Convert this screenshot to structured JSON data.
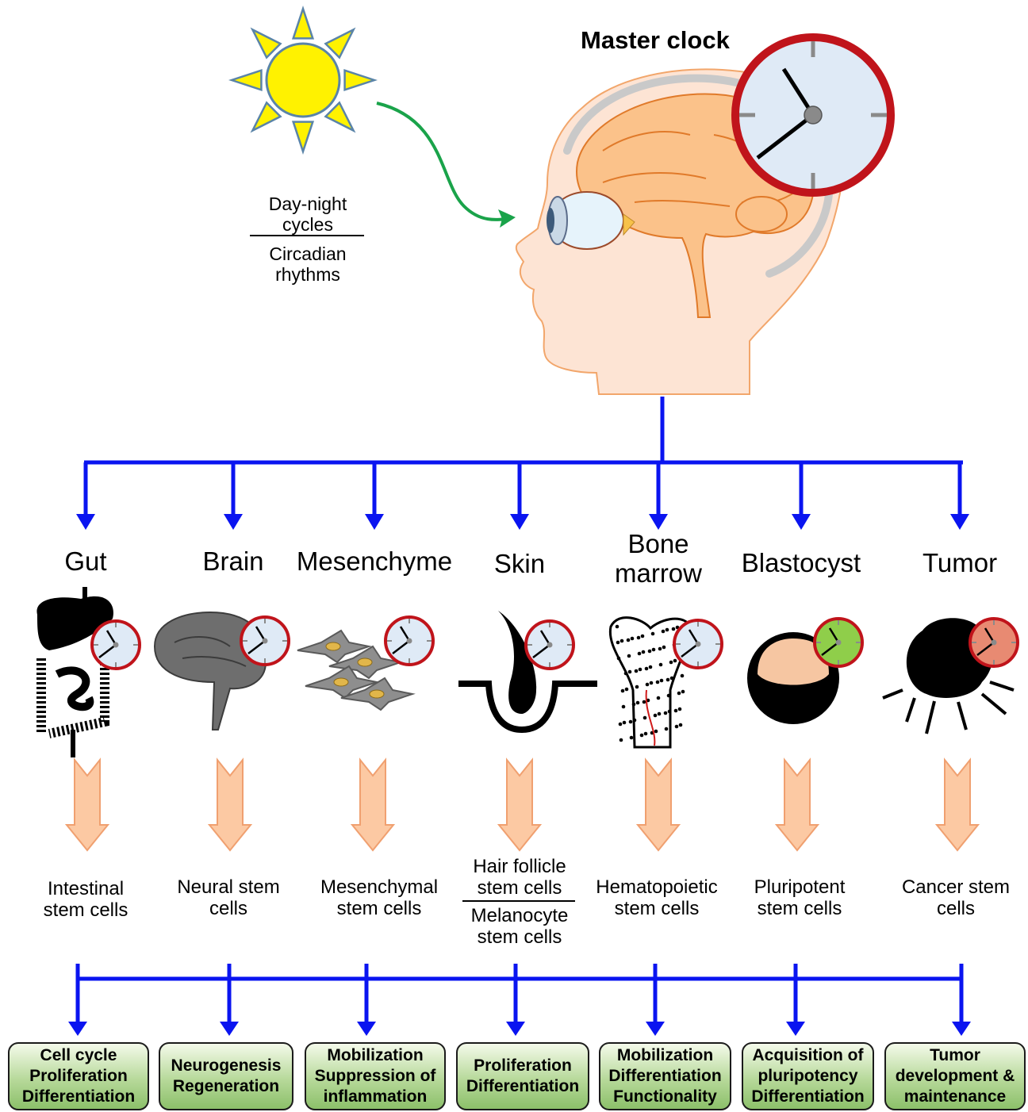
{
  "header": {
    "master_clock": "Master clock",
    "cycle_top": "Day-night\ncycles",
    "cycle_bottom": "Circadian\nrhythms"
  },
  "organs": [
    {
      "name": "Gut",
      "stem_cells": "Intestinal\nstem cells",
      "function": "Cell cycle\nProliferation\nDifferentiation",
      "clock_color": "#dfeaf6"
    },
    {
      "name": "Brain",
      "stem_cells": "Neural stem\ncells",
      "function": "Neurogenesis\nRegeneration",
      "clock_color": "#dfeaf6"
    },
    {
      "name": "Mesenchyme",
      "stem_cells": "Mesenchymal\nstem cells",
      "function": "Mobilization\nSuppression of\ninflammation",
      "clock_color": "#dfeaf6"
    },
    {
      "name": "Skin",
      "stem_cells_top": "Hair follicle\nstem cells",
      "stem_cells_bottom": "Melanocyte\nstem cells",
      "function": "Proliferation\nDifferentiation",
      "clock_color": "#dfeaf6"
    },
    {
      "name": "Bone\nmarrow",
      "stem_cells": "Hematopoietic\nstem cells",
      "function": "Mobilization\nDifferentiation\nFunctionality",
      "clock_color": "#dfeaf6"
    },
    {
      "name": "Blastocyst",
      "stem_cells": "Pluripotent\nstem cells",
      "function": "Acquisition of\npluripotency\nDifferentiation",
      "clock_color": "#8fce4a"
    },
    {
      "name": "Tumor",
      "stem_cells": "Cancer stem\ncells",
      "function": "Tumor\ndevelopment &\nmaintenance",
      "clock_color": "#e88a72"
    }
  ],
  "colors": {
    "connector": "#0a14f0",
    "sun": "#fff200",
    "light_arrow": "#1aa34a",
    "clock_rim": "#c0141b",
    "clock_face": "#dfeaf6",
    "skin_tone": "#fde4d4",
    "brain": "#fbc28a",
    "down_arrow": "#fcc9a3",
    "box_fill": "#b7d99a"
  }
}
